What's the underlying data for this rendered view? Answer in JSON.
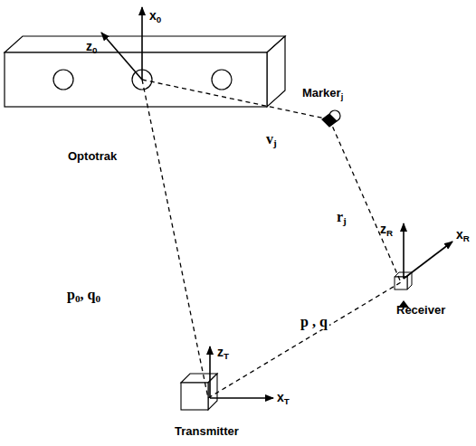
{
  "diagram": {
    "nodes": [
      {
        "text": [
          "Optotrak"
        ]
      },
      {
        "text": [
          "Markerj"
        ]
      },
      {
        "text": [
          "Receiver"
        ]
      },
      {
        "text": [
          "Transmitter"
        ]
      }
    ],
    "edges": [
      {
        "from": 0,
        "to": 1,
        "arrow": "none",
        "label": "vj"
      },
      {
        "from": 0,
        "to": 3,
        "arrow": "none",
        "label": "p0, q0"
      },
      {
        "from": 1,
        "to": 2,
        "arrow": "none",
        "label": "rj"
      },
      {
        "from": 3,
        "to": 2,
        "arrow": "none",
        "label": "p , q"
      }
    ],
    "labels": [
      "x0",
      "z0",
      "zR",
      "xR",
      "zT",
      "xT"
    ]
  }
}
